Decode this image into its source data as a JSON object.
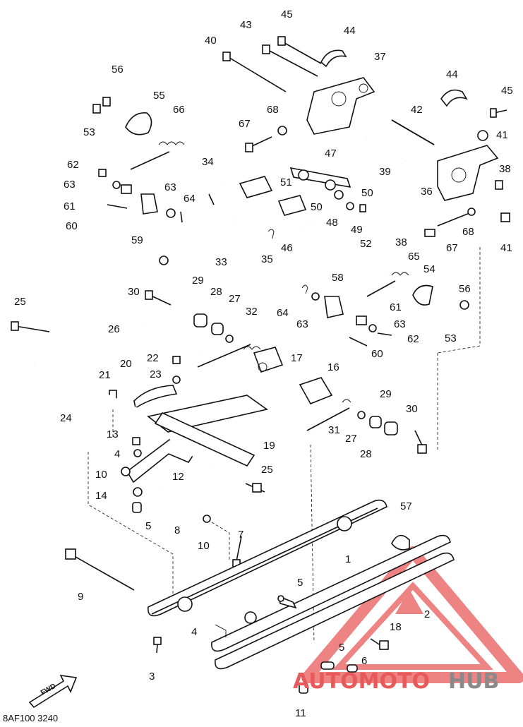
{
  "diagram": {
    "code": "8AF100 3240",
    "fwd_label": "FWD",
    "labels": [
      {
        "id": "l45a",
        "text": "45"
      },
      {
        "id": "l43",
        "text": "43"
      },
      {
        "id": "l44a",
        "text": "44"
      },
      {
        "id": "l40",
        "text": "40"
      },
      {
        "id": "l37",
        "text": "37"
      },
      {
        "id": "l56a",
        "text": "56"
      },
      {
        "id": "l55",
        "text": "55"
      },
      {
        "id": "l44b",
        "text": "44"
      },
      {
        "id": "l45b",
        "text": "45"
      },
      {
        "id": "l66",
        "text": "66"
      },
      {
        "id": "l68a",
        "text": "68"
      },
      {
        "id": "l42",
        "text": "42"
      },
      {
        "id": "l53a",
        "text": "53"
      },
      {
        "id": "l67a",
        "text": "67"
      },
      {
        "id": "l41a",
        "text": "41"
      },
      {
        "id": "l47",
        "text": "47"
      },
      {
        "id": "l38a",
        "text": "38"
      },
      {
        "id": "l62a",
        "text": "62"
      },
      {
        "id": "l34",
        "text": "34"
      },
      {
        "id": "l39",
        "text": "39"
      },
      {
        "id": "l63a",
        "text": "63"
      },
      {
        "id": "l63b",
        "text": "63"
      },
      {
        "id": "l51",
        "text": "51"
      },
      {
        "id": "l50a",
        "text": "50"
      },
      {
        "id": "l36",
        "text": "36"
      },
      {
        "id": "l61a",
        "text": "61"
      },
      {
        "id": "l64a",
        "text": "64"
      },
      {
        "id": "l50b",
        "text": "50"
      },
      {
        "id": "l60a",
        "text": "60"
      },
      {
        "id": "l48",
        "text": "48"
      },
      {
        "id": "l49",
        "text": "49"
      },
      {
        "id": "l68b",
        "text": "68"
      },
      {
        "id": "l59",
        "text": "59"
      },
      {
        "id": "l38b",
        "text": "38"
      },
      {
        "id": "l67b",
        "text": "67"
      },
      {
        "id": "l52",
        "text": "52"
      },
      {
        "id": "l46",
        "text": "46"
      },
      {
        "id": "l41b",
        "text": "41"
      },
      {
        "id": "l33",
        "text": "33"
      },
      {
        "id": "l35",
        "text": "35"
      },
      {
        "id": "l65",
        "text": "65"
      },
      {
        "id": "l54",
        "text": "54"
      },
      {
        "id": "l29a",
        "text": "29"
      },
      {
        "id": "l58",
        "text": "58"
      },
      {
        "id": "l30a",
        "text": "30"
      },
      {
        "id": "l28a",
        "text": "28"
      },
      {
        "id": "l27a",
        "text": "27"
      },
      {
        "id": "l56b",
        "text": "56"
      },
      {
        "id": "l25a",
        "text": "25"
      },
      {
        "id": "l64b",
        "text": "64"
      },
      {
        "id": "l32",
        "text": "32"
      },
      {
        "id": "l61b",
        "text": "61"
      },
      {
        "id": "l63c",
        "text": "63"
      },
      {
        "id": "l26",
        "text": "26"
      },
      {
        "id": "l63d",
        "text": "63"
      },
      {
        "id": "l62b",
        "text": "62"
      },
      {
        "id": "l53b",
        "text": "53"
      },
      {
        "id": "l60b",
        "text": "60"
      },
      {
        "id": "l22",
        "text": "22"
      },
      {
        "id": "l17",
        "text": "17"
      },
      {
        "id": "l20",
        "text": "20"
      },
      {
        "id": "l23",
        "text": "23"
      },
      {
        "id": "l16",
        "text": "16"
      },
      {
        "id": "l21",
        "text": "21"
      },
      {
        "id": "l29b",
        "text": "29"
      },
      {
        "id": "l30b",
        "text": "30"
      },
      {
        "id": "l24",
        "text": "24"
      },
      {
        "id": "l31",
        "text": "31"
      },
      {
        "id": "l27b",
        "text": "27"
      },
      {
        "id": "l28b",
        "text": "28"
      },
      {
        "id": "l13",
        "text": "13"
      },
      {
        "id": "l19",
        "text": "19"
      },
      {
        "id": "l4a",
        "text": "4"
      },
      {
        "id": "l10a",
        "text": "10"
      },
      {
        "id": "l12",
        "text": "12"
      },
      {
        "id": "l25b",
        "text": "25"
      },
      {
        "id": "l14",
        "text": "14"
      },
      {
        "id": "l5a",
        "text": "5"
      },
      {
        "id": "l57",
        "text": "57"
      },
      {
        "id": "l8",
        "text": "8"
      },
      {
        "id": "l10b",
        "text": "10"
      },
      {
        "id": "l7",
        "text": "7"
      },
      {
        "id": "l1",
        "text": "1"
      },
      {
        "id": "l9",
        "text": "9"
      },
      {
        "id": "l5b",
        "text": "5"
      },
      {
        "id": "l2",
        "text": "2"
      },
      {
        "id": "l4b",
        "text": "4"
      },
      {
        "id": "l18",
        "text": "18"
      },
      {
        "id": "l3",
        "text": "3"
      },
      {
        "id": "l5c",
        "text": "5"
      },
      {
        "id": "l6",
        "text": "6"
      },
      {
        "id": "l11",
        "text": "11"
      }
    ]
  },
  "watermark": {
    "part1": "AUTOMOTO",
    "part2": "HUB",
    "color_red": "#e85a5a",
    "color_gray": "#8a8a8a"
  }
}
